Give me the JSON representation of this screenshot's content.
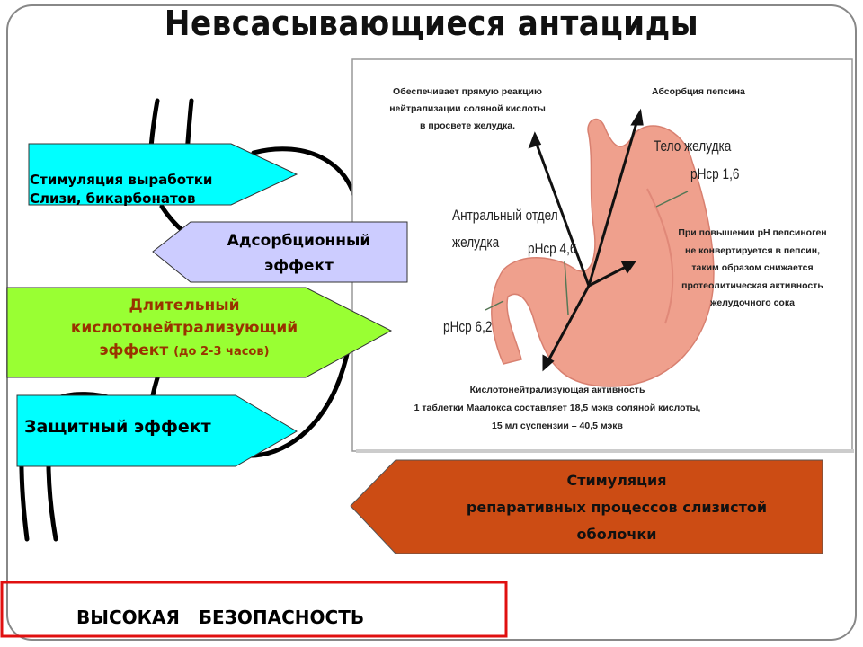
{
  "title": "Невсасывающиеся антациды",
  "effects": {
    "mucus": [
      "Стимуляция выработки",
      "Слизи, бикарбонатов"
    ],
    "adsorption": [
      "Адсорбционный",
      "эффект"
    ],
    "long_acting": {
      "line1": "Длительный",
      "line2": "кислотонейтрализующий",
      "line3": "эффект",
      "note": "(до 2-3 часов)"
    },
    "protective": "Защитный эффект",
    "reparative": [
      "Стимуляция",
      "репаративных процессов слизистой",
      "оболочки"
    ]
  },
  "safety": "ВЫСОКАЯ   БЕЗОПАСНОСТЬ",
  "figure": {
    "direct_reaction": [
      "Обеспечивает прямую реакцию",
      "нейтрализации соляной кислоты",
      "в просвете желудка."
    ],
    "pepsin_absorption": "Абсорбция пепсина",
    "body_label": "Тело желудка",
    "body_ph": "pHср 1,6",
    "antrum_label": [
      "Антральный отдел",
      "желудка"
    ],
    "antrum_ph": "pHср 4,6",
    "pylorus_ph": "pHср 6,2",
    "pepsinogen_note": [
      "При повышении pH пепсиноген",
      "не конвертируется в пепсин,",
      "таким образом снижается",
      "протеолитическая активность",
      "желудочного сока"
    ],
    "capacity": [
      "Кислотонейтрализующая активность",
      "1 таблетки Маалокса составляет 18,5 мэкв соляной кислоты,",
      "15 мл суспензии – 40,5 мэкв"
    ]
  },
  "colors": {
    "cyan": "#00ffff",
    "lavender": "#ccccff",
    "green": "#99ff33",
    "orange": "#cc4c14",
    "red": "#e01010",
    "dark_red": "#993300"
  }
}
